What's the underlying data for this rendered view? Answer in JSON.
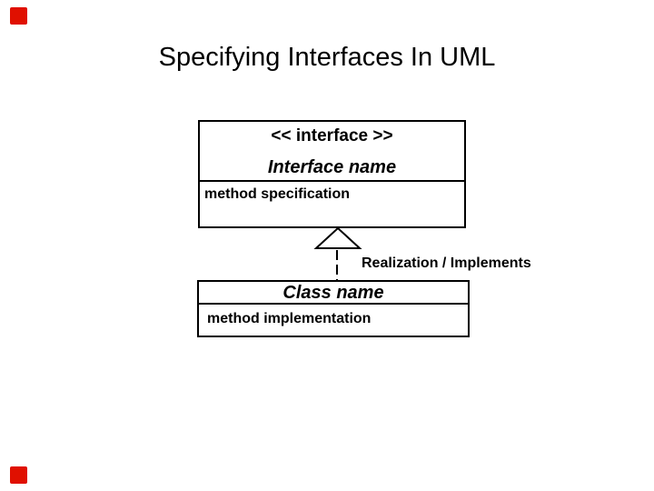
{
  "slide": {
    "title": "Specifying Interfaces In UML"
  },
  "colors": {
    "corner_marker_red": "#e01000",
    "ink": "#000000",
    "background": "#ffffff"
  },
  "diagram": {
    "interface_box": {
      "stereotype": "<< interface >>",
      "name": "Interface name",
      "method": "method specification"
    },
    "relationship": {
      "type": "realization",
      "label": "Realization / Implements",
      "arrow_icon": "hollow-triangle-dashed-line"
    },
    "class_box": {
      "name": "Class name",
      "method": "method implementation"
    }
  }
}
